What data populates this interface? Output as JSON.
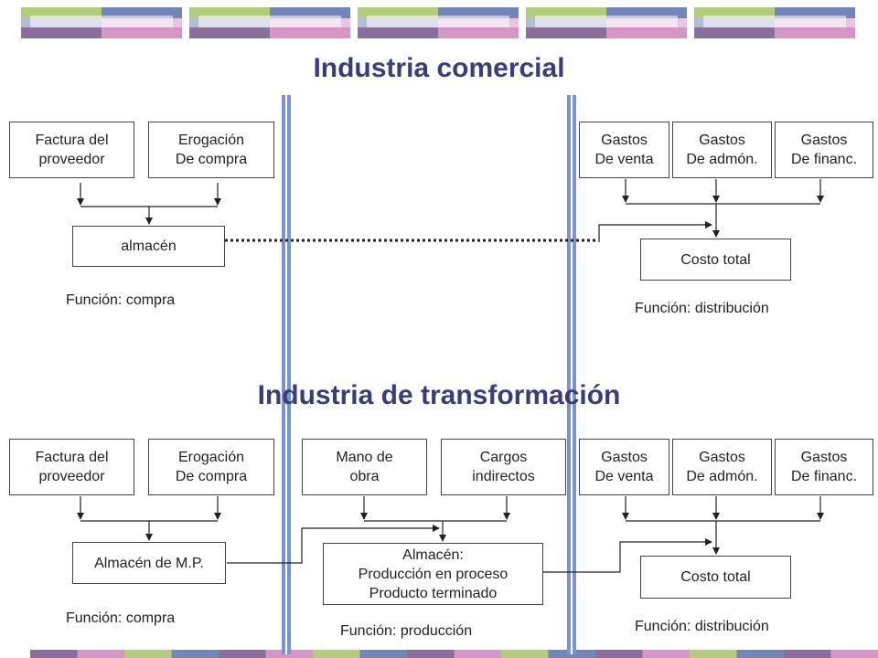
{
  "colors": {
    "green": "#b5cc7e",
    "blue": "#7486b7",
    "purple": "#8a6f9e",
    "pink": "#d595c6",
    "title": "#3c3c7c",
    "divider": "#7b93cc"
  },
  "top": {
    "title": "Industria comercial",
    "factura": [
      "Factura del",
      "proveedor"
    ],
    "erogacion": [
      "Erogación",
      "De compra"
    ],
    "almacen": "almacén",
    "gastos_venta": [
      "Gastos",
      "De venta"
    ],
    "gastos_admon": [
      "Gastos",
      "De admón."
    ],
    "gastos_financ": [
      "Gastos",
      "De financ."
    ],
    "costo_total": "Costo total",
    "funcion_compra": "Función: compra",
    "funcion_distribucion": "Función: distribución"
  },
  "bottom": {
    "title": "Industria de transformación",
    "factura": [
      "Factura del",
      "proveedor"
    ],
    "erogacion": [
      "Erogación",
      "De compra"
    ],
    "mano_obra": [
      "Mano de",
      "obra"
    ],
    "cargos": [
      "Cargos",
      "indirectos"
    ],
    "gastos_venta": [
      "Gastos",
      "De venta"
    ],
    "gastos_admon": [
      "Gastos",
      "De admón."
    ],
    "gastos_financ": [
      "Gastos",
      "De financ."
    ],
    "almacen_mp": "Almacén de M.P.",
    "almacen_proceso": [
      "Almacén:",
      "Producción en proceso",
      "Producto terminado"
    ],
    "costo_total": "Costo total",
    "funcion_compra": "Función: compra",
    "funcion_produccion": "Función: producción",
    "funcion_distribucion": "Función: distribución"
  }
}
